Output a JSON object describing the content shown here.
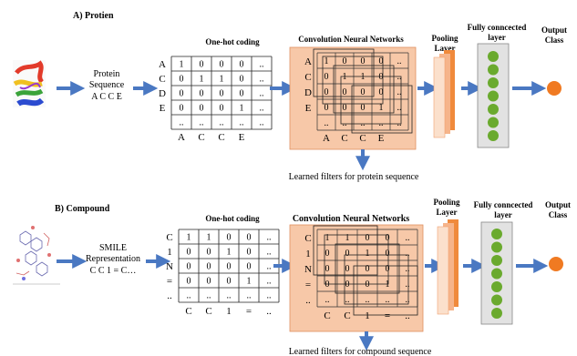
{
  "panel_a": {
    "heading": "A)   Protien",
    "input_label": [
      "Protein",
      "Sequence",
      "A C C E"
    ],
    "onehot_title": "One-hot coding",
    "row_labels": [
      "A",
      "C",
      "D",
      "E",
      ""
    ],
    "col_labels": [
      "A",
      "C",
      "C",
      "E"
    ],
    "matrix": [
      [
        "1",
        "0",
        "0",
        "0",
        ".."
      ],
      [
        "0",
        "1",
        "1",
        "0",
        ".."
      ],
      [
        "0",
        "0",
        "0",
        "0",
        ".."
      ],
      [
        "0",
        "0",
        "0",
        "1",
        ".."
      ],
      [
        "..",
        "..",
        "..",
        "..",
        ".."
      ]
    ],
    "cnn_title": "Convolution  Neural Networks",
    "pooling_title": [
      "Pooling",
      "Layer"
    ],
    "fc_title": [
      "Fully conncected",
      "layer"
    ],
    "output_title": [
      "Output",
      "Class"
    ],
    "filters_caption": "Learned filters for protein sequence"
  },
  "panel_b": {
    "heading": "B)   Compound",
    "input_label": [
      "SMILE",
      "Representation",
      "C C 1 = C…"
    ],
    "onehot_title": "One-hot coding",
    "row_labels": [
      "C",
      "1",
      "N",
      "=",
      ".."
    ],
    "col_labels": [
      "C",
      "C",
      "1",
      "=",
      ".."
    ],
    "matrix": [
      [
        "1",
        "1",
        "0",
        "0",
        ".."
      ],
      [
        "0",
        "0",
        "1",
        "0",
        ".."
      ],
      [
        "0",
        "0",
        "0",
        "0",
        ".."
      ],
      [
        "0",
        "0",
        "0",
        "1",
        ".."
      ],
      [
        "..",
        "..",
        "..",
        "..",
        ".."
      ]
    ],
    "cnn_title": "Convolution Neural Networks",
    "pooling_title": [
      "Pooling",
      "Layer"
    ],
    "fc_title": [
      "Fully conncected",
      "layer"
    ],
    "output_title": [
      "Output",
      "Class"
    ],
    "filters_caption": "Learned filters for compound sequence"
  },
  "colors": {
    "arrow": "#4a78c2",
    "cnn_fill": "#f7c8a8",
    "pool_front": "#fbe0cc",
    "pool_mid": "#f6b48a",
    "pool_back": "#f08a3c",
    "fc_box": "#e2e2e2",
    "node": "#6aaa2e",
    "output": "#f07a22"
  }
}
